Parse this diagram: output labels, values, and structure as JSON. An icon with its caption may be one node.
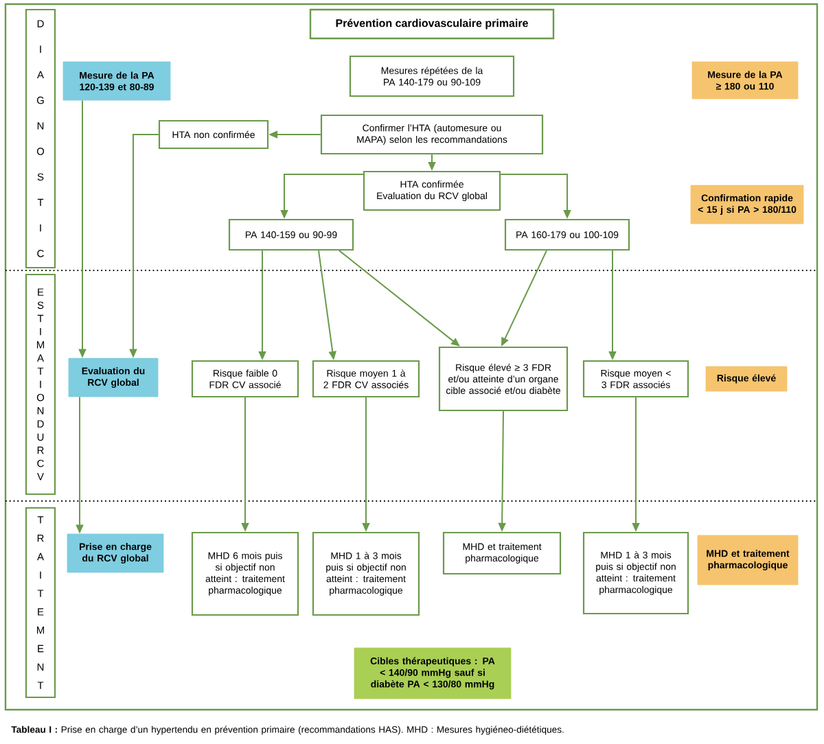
{
  "diagram": {
    "title": "Prévention cardiovasculaire primaire",
    "caption": "**Tableau I :** Prise en charge d’un hypertendu en prévention primaire (recommandations HAS). MHD : Mesures hygiéneo-diététiques.",
    "nodes": [
      {
        "text": [
          "DIAGNOSTIC"
        ]
      },
      {
        "text": [
          "Mesure de la PA 120-139 et 80-89"
        ]
      },
      {
        "text": [
          "Mesures répétées de la PA 140-179 ou 90-109"
        ]
      },
      {
        "text": [
          "Mesure de la PA ≥ 180 ou 110"
        ]
      },
      {
        "text": [
          "HTA non confirmée"
        ]
      },
      {
        "text": [
          "Confirmer l’HTA (automesure ou MAPA) selon les recommandations"
        ]
      },
      {
        "text": [
          "HTA confirmée Evaluation du RCV global"
        ]
      },
      {
        "text": [
          "Confirmation rapide < 15 j si PA > 180/110"
        ]
      },
      {
        "text": [
          "PA 140-159 ou 90-99"
        ]
      },
      {
        "text": [
          "PA 160-179 ou 100-109"
        ]
      },
      {
        "text": [
          "ESTIMATION DU RCV"
        ]
      },
      {
        "text": [
          "Evaluation du RCV global"
        ]
      },
      {
        "text": [
          "Risque faible 0 FDR CV associé"
        ]
      },
      {
        "text": [
          "Risque moyen 1 à 2 FDR CV associés"
        ]
      },
      {
        "text": [
          "Risque élevé ≥ 3 FDR et/ou atteinte d’un organe cible associé et/ou diabète"
        ]
      },
      {
        "text": [
          "Risque moyen < 3 FDR associés"
        ]
      },
      {
        "text": [
          "Risque élevé"
        ]
      },
      {
        "text": [
          "TRAITEMENT"
        ]
      },
      {
        "text": [
          "Prise en charge du RCV global"
        ]
      },
      {
        "text": [
          "MHD 6 mois puis si objectif non atteint : traitement pharmacologique"
        ]
      },
      {
        "text": [
          "MHD 1 à 3 mois puis si objectif non atteint : traitement pharmacologique"
        ]
      },
      {
        "text": [
          "MHD et traitement pharmacologique"
        ]
      },
      {
        "text": [
          "MHD 1 à 3 mois puis si objectif non atteint : traitement pharmacologique"
        ]
      },
      {
        "text": [
          "MHD et traitement pharmacologique"
        ]
      },
      {
        "text": [
          "Cibles thérapeutiques : PA < 140/90 mmHg sauf si diabète PA < 130/80 mmHg"
        ]
      }
    ],
    "edges": [
      {
        "from": 1,
        "to": 11,
        "arrow": "to"
      },
      {
        "from": 5,
        "to": 4,
        "arrow": "to"
      },
      {
        "from": 4,
        "to": 11,
        "arrow": "to"
      },
      {
        "from": 5,
        "to": 6,
        "arrow": "to"
      },
      {
        "from": 6,
        "to": 8,
        "arrow": "to"
      },
      {
        "from": 6,
        "to": 9,
        "arrow": "to"
      },
      {
        "from": 8,
        "to": 12,
        "arrow": "to"
      },
      {
        "from": 8,
        "to": 13,
        "arrow": "to"
      },
      {
        "from": 8,
        "to": 14,
        "arrow": "to"
      },
      {
        "from": 9,
        "to": 14,
        "arrow": "to"
      },
      {
        "from": 9,
        "to": 15,
        "arrow": "to"
      },
      {
        "from": 11,
        "to": 18,
        "arrow": "to"
      },
      {
        "from": 12,
        "to": 19,
        "arrow": "to"
      },
      {
        "from": 13,
        "to": 20,
        "arrow": "to"
      },
      {
        "from": 14,
        "to": 21,
        "arrow": "to"
      },
      {
        "from": 15,
        "to": 22,
        "arrow": "to"
      }
    ]
  }
}
